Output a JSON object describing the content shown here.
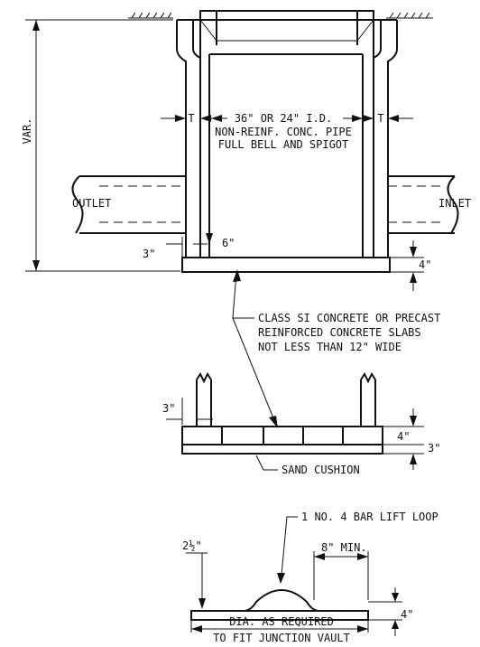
{
  "labels": {
    "var": "VAR.",
    "t_left": "T",
    "t_right": "T",
    "pipe_dim": "36\" OR 24\" I.D.",
    "pipe_type_1": "NON-REINF. CONC. PIPE",
    "pipe_type_2": "FULL BELL AND SPIGOT",
    "outlet": "OUTLET",
    "inlet": "INLET",
    "dim_6in": "6\"",
    "dim_3in_top": "3\"",
    "dim_4in_top": "4\"",
    "slab_note_1": "CLASS SI CONCRETE OR PRECAST",
    "slab_note_2": "REINFORCED CONCRETE SLABS",
    "slab_note_3": "NOT LESS THAN 12\" WIDE",
    "dim_3in_mid": "3\"",
    "dim_4in_mid": "4\"",
    "dim_3in_mid_right": "3\"",
    "sand_cushion": "SAND CUSHION",
    "lift_loop": "1  NO. 4 BAR LIFT LOOP",
    "dim_2half": "2½\"",
    "dim_8in_min": "8\" MIN.",
    "dim_4in_bottom": "4\"",
    "dia_1": "DIA. AS REQUIRED",
    "dia_2": "TO FIT JUNCTION VAULT"
  }
}
